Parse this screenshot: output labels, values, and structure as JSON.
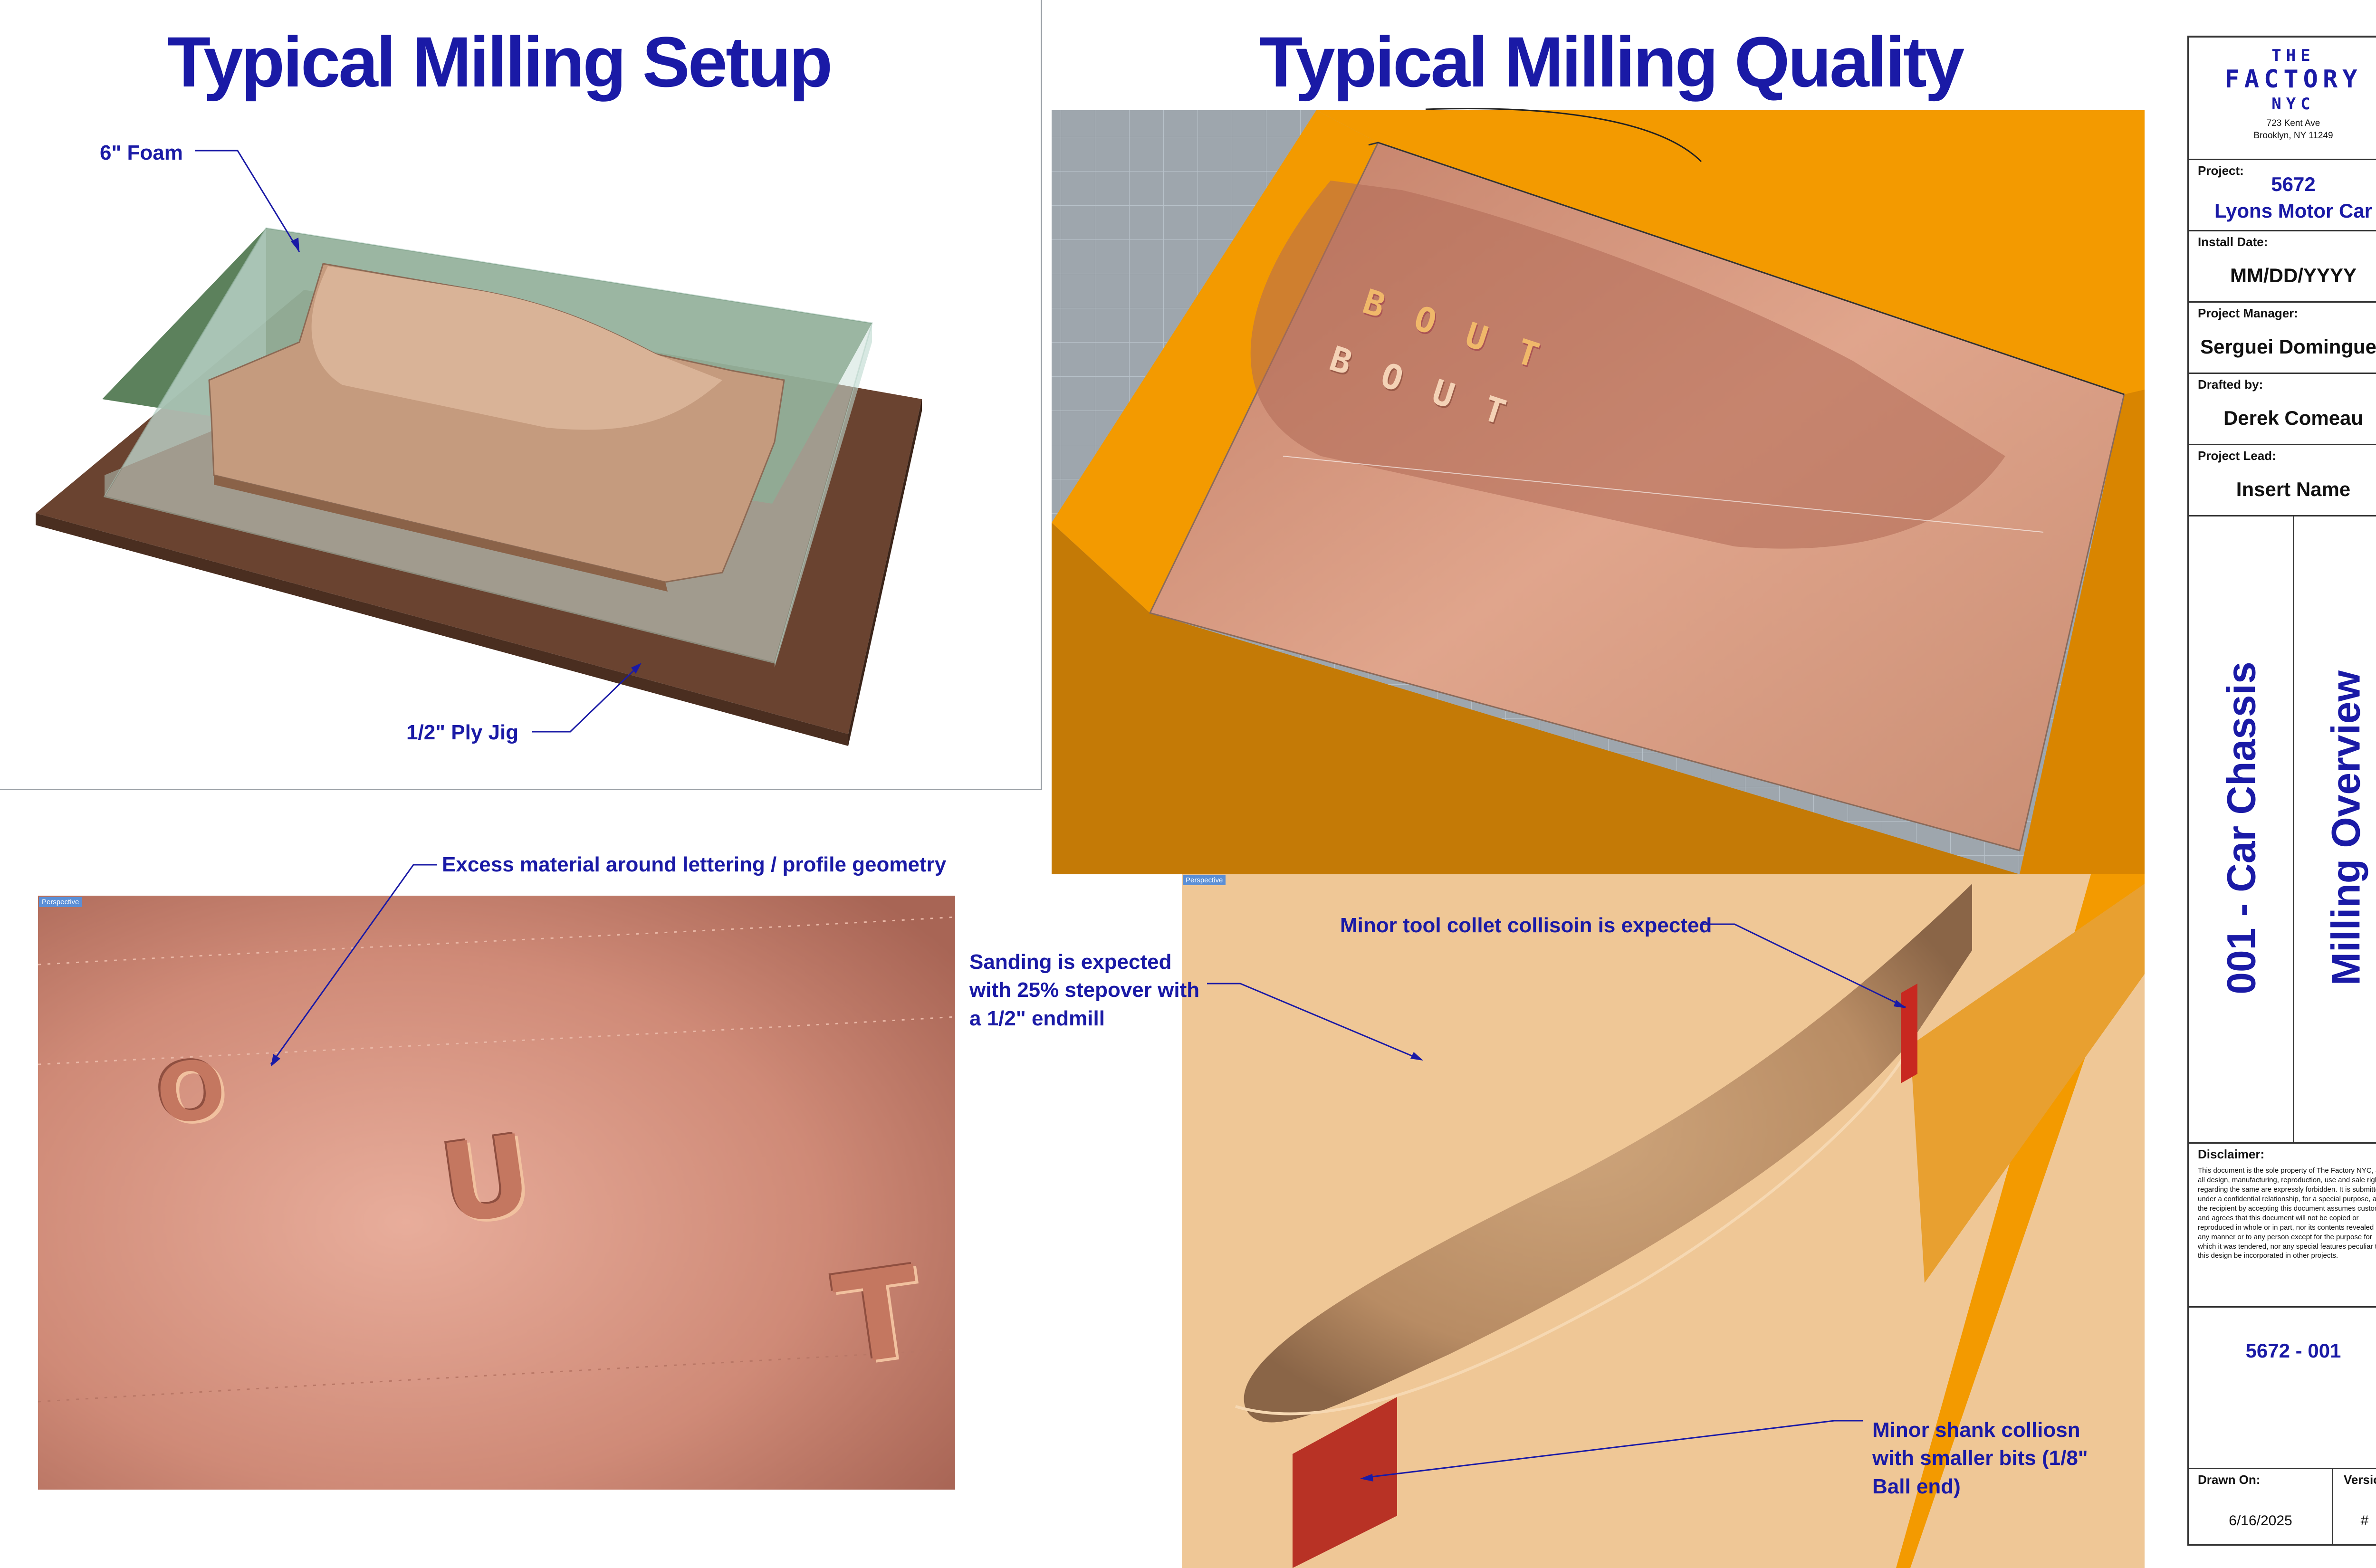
{
  "headings": {
    "setup": "Typical Milling Setup",
    "quality": "Typical Milling Quality"
  },
  "callouts": {
    "foam": "6\" Foam",
    "ply_jig": "1/2\" Ply Jig",
    "excess_material": "Excess material around lettering / profile geometry",
    "sanding": [
      "Sanding is expected",
      "with 25% stepover with",
      "a 1/2\" endmill"
    ],
    "collet": "Minor tool collet collisoin is expected",
    "shank": [
      "Minor shank colliosn",
      "with smaller bits (1/8\"",
      "Ball end)"
    ]
  },
  "viewports": {
    "detail_left_tab": "Perspective",
    "detail_right_tab": "Perspective"
  },
  "model_letters": [
    "B",
    "O",
    "U",
    "T"
  ],
  "title_block": {
    "logo": {
      "line1": "THE",
      "line2": "FACTORY",
      "line3": "NYC",
      "address1": "723 Kent Ave",
      "address2": "Brooklyn, NY 11249"
    },
    "project_label": "Project:",
    "project_number": "5672",
    "project_name": "Lyons Motor Car",
    "install_date_label": "Install Date:",
    "install_date": "MM/DD/YYYY",
    "project_manager_label": "Project Manager:",
    "project_manager": "Serguei Dominguez",
    "drafted_by_label": "Drafted by:",
    "drafted_by": "Derek Comeau",
    "project_lead_label": "Project Lead:",
    "project_lead": "Insert Name",
    "sheet_title_1": "001 - Car Chassis",
    "sheet_title_2": "Milling Overview",
    "disclaimer_label": "Disclaimer:",
    "disclaimer_text": "This document is the sole property of The Factory NYC, and all design, manufacturing, reproduction, use and sale rights regarding the same are expressly forbidden. It is submitted under a confidential relationship, for a special purpose, and the recipient by accepting this document assumes custody and agrees that this document will not be copied or reproduced in whole or in part, nor its contents revealed in any manner or to any person except for the purpose for which it was tendered, nor any special features peculiar to this design be incorporated in other projects.",
    "sheet_number": "5672 - 001",
    "drawn_on_label": "Drawn On:",
    "drawn_on": "6/16/2025",
    "version_label": "Version:",
    "version": "#"
  },
  "colors": {
    "heading_blue": "#1a1aa6",
    "foam_orange": "#f39a00",
    "mold_copper": "#d99a80",
    "ply_brown": "#6a4330",
    "foam_glass": "#cfe3dc",
    "tan": "#efc796"
  }
}
